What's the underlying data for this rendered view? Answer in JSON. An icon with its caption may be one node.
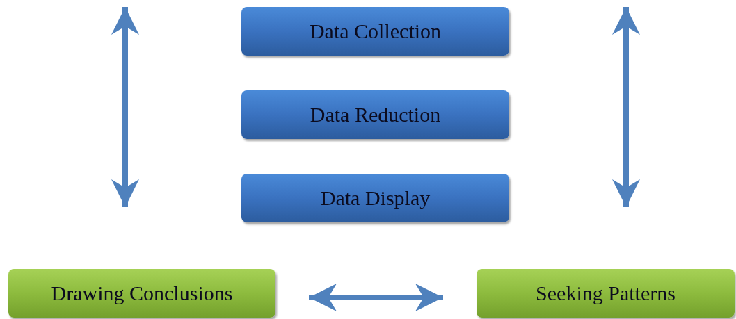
{
  "diagram": {
    "nodes": [
      {
        "text": [
          "Data Collection"
        ]
      },
      {
        "text": [
          "Data Reduction"
        ]
      },
      {
        "text": [
          "Data Display"
        ]
      },
      {
        "text": [
          "Drawing Conclusions"
        ]
      },
      {
        "text": [
          "Seeking Patterns"
        ]
      }
    ],
    "edges": [
      {
        "from": 3,
        "to": 4,
        "arrow": "both"
      }
    ]
  }
}
